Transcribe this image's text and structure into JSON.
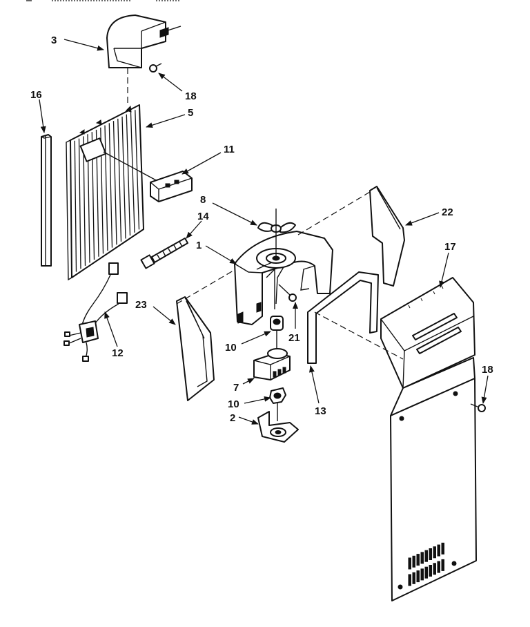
{
  "callouts": {
    "c1": "1",
    "c2": "2",
    "c3": "3",
    "c5": "5",
    "c7": "7",
    "c8": "8",
    "c10a": "10",
    "c10b": "10",
    "c11": "11",
    "c12": "12",
    "c13": "13",
    "c14": "14",
    "c16": "16",
    "c17": "17",
    "c18a": "18",
    "c18b": "18",
    "c21": "21",
    "c22": "22",
    "c23": "23"
  },
  "colors": {
    "ink": "#111111",
    "paper": "#ffffff"
  }
}
